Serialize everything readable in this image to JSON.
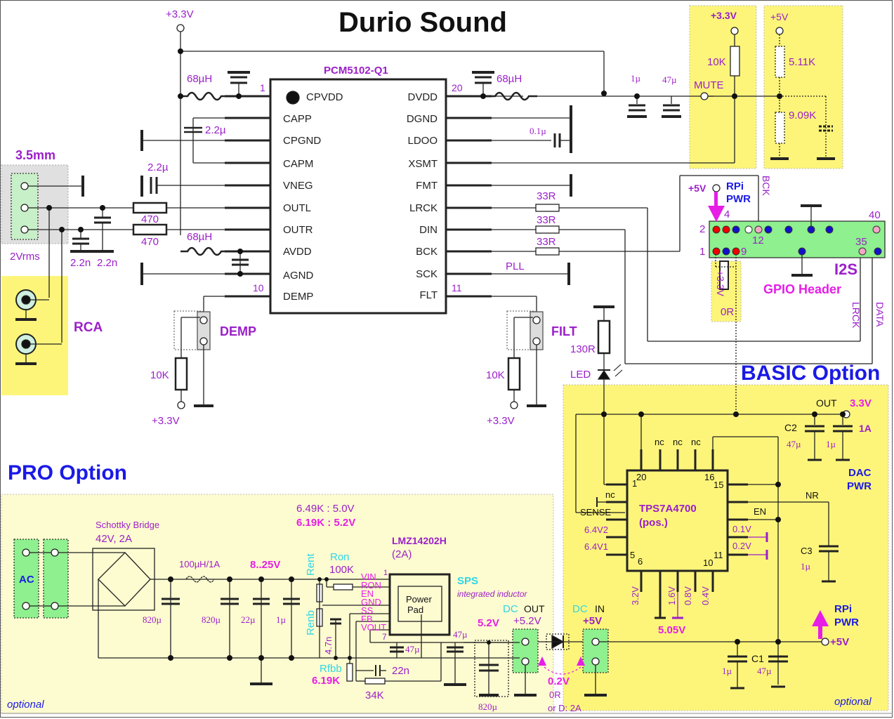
{
  "title": "Durio Sound",
  "dac_chip": {
    "name": "PCM5102-Q1",
    "left_pins": [
      "CPVDD",
      "CAPP",
      "CPGND",
      "CAPM",
      "VNEG",
      "OUTL",
      "OUTR",
      "AVDD",
      "AGND",
      "DEMP"
    ],
    "right_pins": [
      "DVDD",
      "DGND",
      "LDOO",
      "XSMT",
      "FMT",
      "LRCK",
      "DIN",
      "BCK",
      "SCK",
      "FLT"
    ],
    "pin_numbers": {
      "top_left": "1",
      "bottom_left": "10",
      "top_right": "20",
      "bottom_right": "11"
    }
  },
  "labels": {
    "v33_top": "+3.3V",
    "ind_cpvdd": "68µH",
    "cap_capp": "2.2µ",
    "cap_vneg": "2.2µ",
    "res_outl": "470",
    "res_outr": "470",
    "ind_avdd": "68µH",
    "ind_dvdd": "68µH",
    "cap_dvdd_1": "1µ",
    "cap_dvdd_47": "47µ",
    "cap_ldoo": "0.1µ",
    "res_lrck": "33R",
    "res_din": "33R",
    "res_bck": "33R",
    "pll": "PLL",
    "jack_35": "3.5mm",
    "vrms": "2Vrms",
    "cap_filter_1": "2.2n",
    "cap_filter_2": "2.2n",
    "rca": "RCA",
    "demp_jumper": "DEMP",
    "demp_res": "10K",
    "demp_v": "+3.3V",
    "filt_jumper": "FILT",
    "filt_res": "10K",
    "filt_v": "+3.3V",
    "led_res": "130R",
    "led": "LED"
  },
  "mute": {
    "v33": "+3.3V",
    "v5": "+5V",
    "res_10k": "10K",
    "res_511k": "5.11K",
    "res_909k": "9.09K",
    "mute_label": "MUTE"
  },
  "gpio": {
    "v5": "+5V",
    "rpi_pwr_1": "RPi",
    "rpi_pwr_2": "PWR",
    "bck": "BCK",
    "pin_4": "4",
    "pin_2": "2",
    "pin_1": "1",
    "pin_9": "9",
    "pin_12": "12",
    "pin_35": "35",
    "pin_40": "40",
    "i2s": "I2S",
    "header": "GPIO Header",
    "lrck": "LRCK",
    "data": "DATA",
    "v33_link": "+3.3V",
    "zero_r": "0R"
  },
  "basic": {
    "title": "BASIC Option",
    "out": "OUT",
    "v33": "3.3V",
    "amp": "1A",
    "c2": "C2",
    "c2_val": "47µ",
    "c2b_val": "1µ",
    "dac_pwr_1": "DAC",
    "dac_pwr_2": "PWR",
    "ldo_name": "TPS7A4700",
    "ldo_sub": "(pos.)",
    "nc": "nc",
    "sense": "SENSE",
    "v64_2": "6.4V2",
    "v64_1": "6.4V1",
    "nr": "NR",
    "en": "EN",
    "v01": "0.1V",
    "v02": "0.2V",
    "c3": "C3",
    "c3_val": "1µ",
    "v32": "3.2V",
    "v16": "1.6V",
    "v08": "0.8V",
    "v04": "0.4V",
    "v505": "5.05V",
    "pin_1": "1",
    "pin_20": "20",
    "pin_16": "16",
    "pin_15": "15",
    "pin_5": "5",
    "pin_6": "6",
    "pin_10": "10",
    "pin_11": "11",
    "dc": "DC",
    "in": "IN",
    "v5_in": "+5V",
    "c1": "C1",
    "c1_a": "1µ",
    "c1_b": "47µ",
    "rpi_1": "RPi",
    "rpi_2": "PWR",
    "v5_out": "+5V",
    "optional": "optional"
  },
  "pro": {
    "title": "PRO Option",
    "ac": "AC",
    "bridge_1": "Schottky Bridge",
    "bridge_2": "42V, 2A",
    "cap_820a": "820µ",
    "inductor": "100µH/1A",
    "vin_range": "8..25V",
    "cap_820b": "820µ",
    "cap_22": "22µ",
    "cap_1": "1µ",
    "res_note_1": "6.49K : 5.0V",
    "res_note_2": "6.19K : 5.2V",
    "reg_name": "LMZ14202H",
    "reg_sub": "(2A)",
    "rent": "Rent",
    "renb": "Renb",
    "ron": "Ron",
    "ron_val": "100K",
    "reg_pins": [
      "VIN",
      "RON",
      "EN",
      "GND",
      "SS",
      "FB",
      "VOUT"
    ],
    "pin_1": "1",
    "pin_7": "7",
    "power_pad_1": "Power",
    "power_pad_2": "Pad",
    "sps": "SPS",
    "sps_sub": "integrated inductor",
    "cap_47n": "4.7n",
    "cap_47a": "47µ",
    "cap_47b": "47µ",
    "rfbb": "Rfbb",
    "rfbb_val": "6.19K",
    "cap_22n": "22n",
    "res_34k": "34K",
    "v52": "5.2V",
    "cap_820c": "820µ",
    "dc": "DC",
    "out": "OUT",
    "v52_out": "+5.2V",
    "drop": "0.2V",
    "zero_r": "0R",
    "or_d": "or D: 2A",
    "optional": "optional"
  },
  "colors": {
    "purple": "#9b1fc9",
    "magenta": "#e61ee6",
    "blue": "#1a1ae6",
    "cyan": "#2fd6e6",
    "yellow": "#fdf57a",
    "pale_yellow": "#fdfbd0",
    "green": "#8ef08e"
  }
}
